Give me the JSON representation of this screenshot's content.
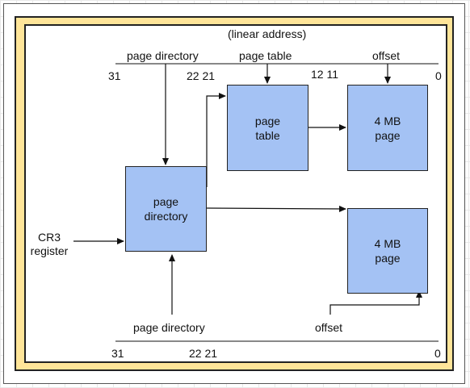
{
  "top": {
    "title": "(linear address)",
    "fields": {
      "page_directory": "page directory",
      "page_table": "page table",
      "offset": "offset"
    },
    "bits": {
      "b31": "31",
      "b22_21": "22 21",
      "b12_11": "12 11",
      "b0": "0"
    }
  },
  "boxes": {
    "page_table": "page\ntable",
    "page_4mb_top": "4 MB\npage",
    "page_directory": "page\ndirectory",
    "page_4mb_bottom": "4 MB\npage"
  },
  "cr3": "CR3\nregister",
  "bottom": {
    "fields": {
      "page_directory": "page directory",
      "offset": "offset"
    },
    "bits": {
      "b31": "31",
      "b22_21": "22 21",
      "b0": "0"
    }
  }
}
